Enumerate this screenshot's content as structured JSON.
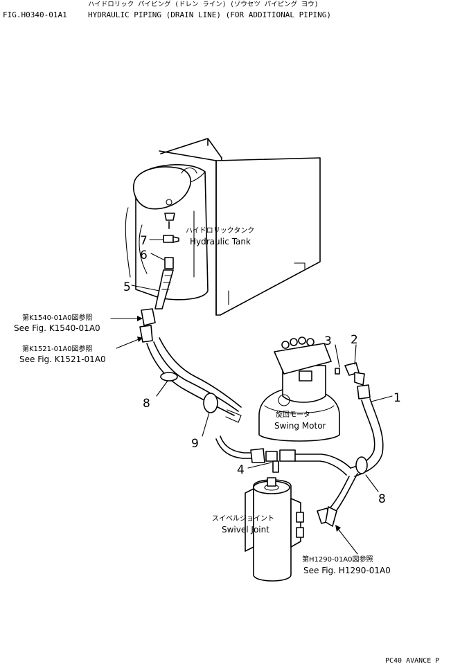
{
  "header": {
    "japanese_title": "ハイドロリック パイピング (ドレン ライン) (ゾウセツ パイピング ヨウ)",
    "fig_code": "FIG.H0340-01A1",
    "title": "HYDRAULIC PIPING (DRAIN LINE) (FOR ADDITIONAL PIPING)"
  },
  "components": {
    "hydraulic_tank": {
      "jp": "ハイドロリックタンク",
      "en": "Hydraulic Tank"
    },
    "swing_motor": {
      "jp": "旋回モータ",
      "en": "Swing Motor"
    },
    "swivel_joint": {
      "jp": "スイベルジョイント",
      "en": "Swivel Joint"
    }
  },
  "references": {
    "k1540": {
      "jp": "第K1540-01A0図参照",
      "en": "See Fig. K1540-01A0"
    },
    "k1521": {
      "jp": "第K1521-01A0図参照",
      "en": "See Fig. K1521-01A0"
    },
    "h1290": {
      "jp": "第H1290-01A0図参照",
      "en": "See Fig. H1290-01A0"
    }
  },
  "callouts": {
    "c1": "1",
    "c2": "2",
    "c3": "3",
    "c4": "4",
    "c5": "5",
    "c6": "6",
    "c7": "7",
    "c8a": "8",
    "c8b": "8",
    "c9": "9"
  },
  "footer": {
    "text": "PC40 AVANCE P"
  }
}
